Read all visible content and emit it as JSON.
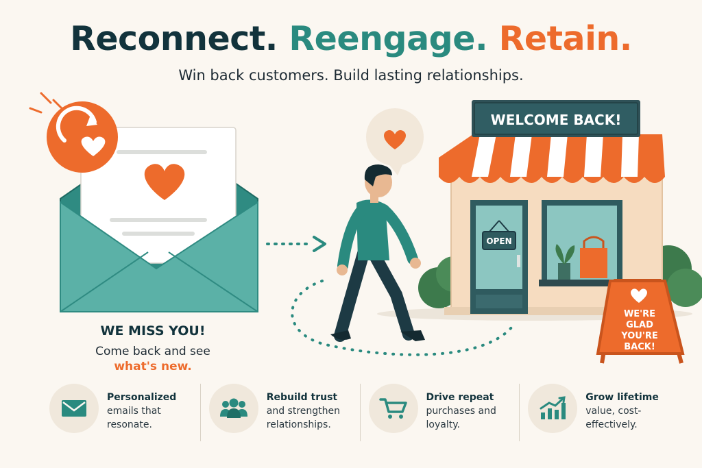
{
  "headline": {
    "part1": "Reconnect.",
    "part2": "Reengage.",
    "part3": "Retain."
  },
  "subheadline": "Win back customers. Build lasting relationships.",
  "email": {
    "title": "WE MISS YOU!",
    "line": "Come back and see",
    "accent": "what's new."
  },
  "store": {
    "sign": "WELCOME BACK!",
    "door_sign": "OPEN",
    "sandwich_board": [
      "WE'RE",
      "GLAD",
      "YOU'RE",
      "BACK!"
    ]
  },
  "features": [
    {
      "title": "Personalized",
      "lines": [
        "emails that",
        "resonate."
      ],
      "icon": "envelope-icon"
    },
    {
      "title": "Rebuild trust",
      "lines": [
        "and strengthen",
        "relationships."
      ],
      "icon": "people-icon"
    },
    {
      "title": "Drive repeat",
      "lines": [
        "purchases and",
        "loyalty."
      ],
      "icon": "cart-icon"
    },
    {
      "title": "Grow lifetime",
      "lines": [
        "value, cost-",
        "effectively."
      ],
      "icon": "growth-chart-icon"
    }
  ],
  "colors": {
    "navy": "#12333c",
    "teal": "#2a8a7f",
    "orange": "#ed6b2c",
    "cream": "#fbf7f1"
  }
}
